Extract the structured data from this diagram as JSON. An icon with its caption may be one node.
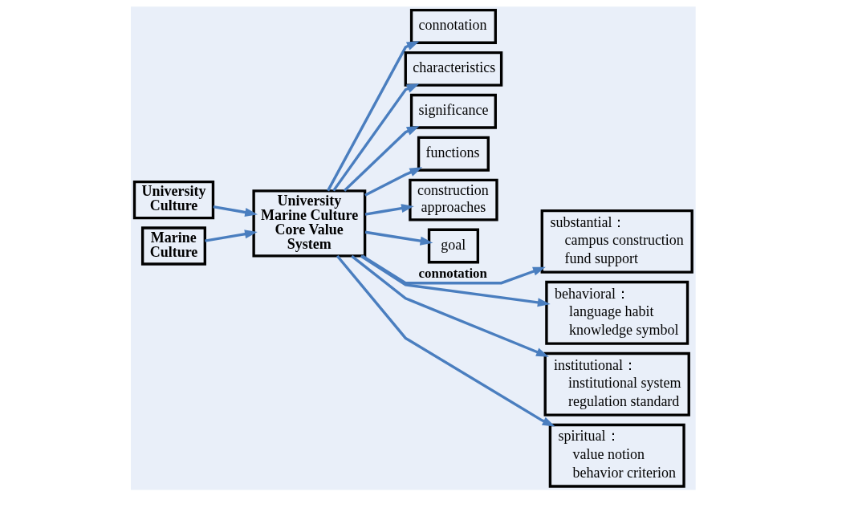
{
  "diagram": {
    "nodes": [
      {
        "text": [
          "University Culture"
        ]
      },
      {
        "text": [
          "Marine Culture"
        ]
      },
      {
        "text": [
          "University Marine Culture Core Value System"
        ]
      },
      {
        "text": [
          "connotation"
        ]
      },
      {
        "text": [
          "characteristics"
        ]
      },
      {
        "text": [
          "significance"
        ]
      },
      {
        "text": [
          "functions"
        ]
      },
      {
        "text": [
          "construction approaches"
        ]
      },
      {
        "text": [
          "goal"
        ]
      },
      {
        "text": [
          "substantial：",
          "campus construction",
          "fund support"
        ]
      },
      {
        "text": [
          "behavioral：",
          "language habit",
          "knowledge symbol"
        ]
      },
      {
        "text": [
          "institutional：",
          "institutional system",
          "regulation standard"
        ]
      },
      {
        "text": [
          "spiritual：",
          "value notion",
          "behavior criterion"
        ]
      }
    ],
    "edges": [
      {
        "from": 0,
        "to": 2,
        "arrow": "to"
      },
      {
        "from": 1,
        "to": 2,
        "arrow": "to"
      },
      {
        "from": 2,
        "to": 3,
        "arrow": "to"
      },
      {
        "from": 2,
        "to": 4,
        "arrow": "to"
      },
      {
        "from": 2,
        "to": 5,
        "arrow": "to"
      },
      {
        "from": 2,
        "to": 6,
        "arrow": "to"
      },
      {
        "from": 2,
        "to": 7,
        "arrow": "to"
      },
      {
        "from": 2,
        "to": 8,
        "arrow": "to"
      },
      {
        "from": 2,
        "to": 9,
        "arrow": "to",
        "label": "connotation"
      },
      {
        "from": 2,
        "to": 10,
        "arrow": "to"
      },
      {
        "from": 2,
        "to": 11,
        "arrow": "to"
      },
      {
        "from": 2,
        "to": 12,
        "arrow": "to"
      }
    ]
  }
}
